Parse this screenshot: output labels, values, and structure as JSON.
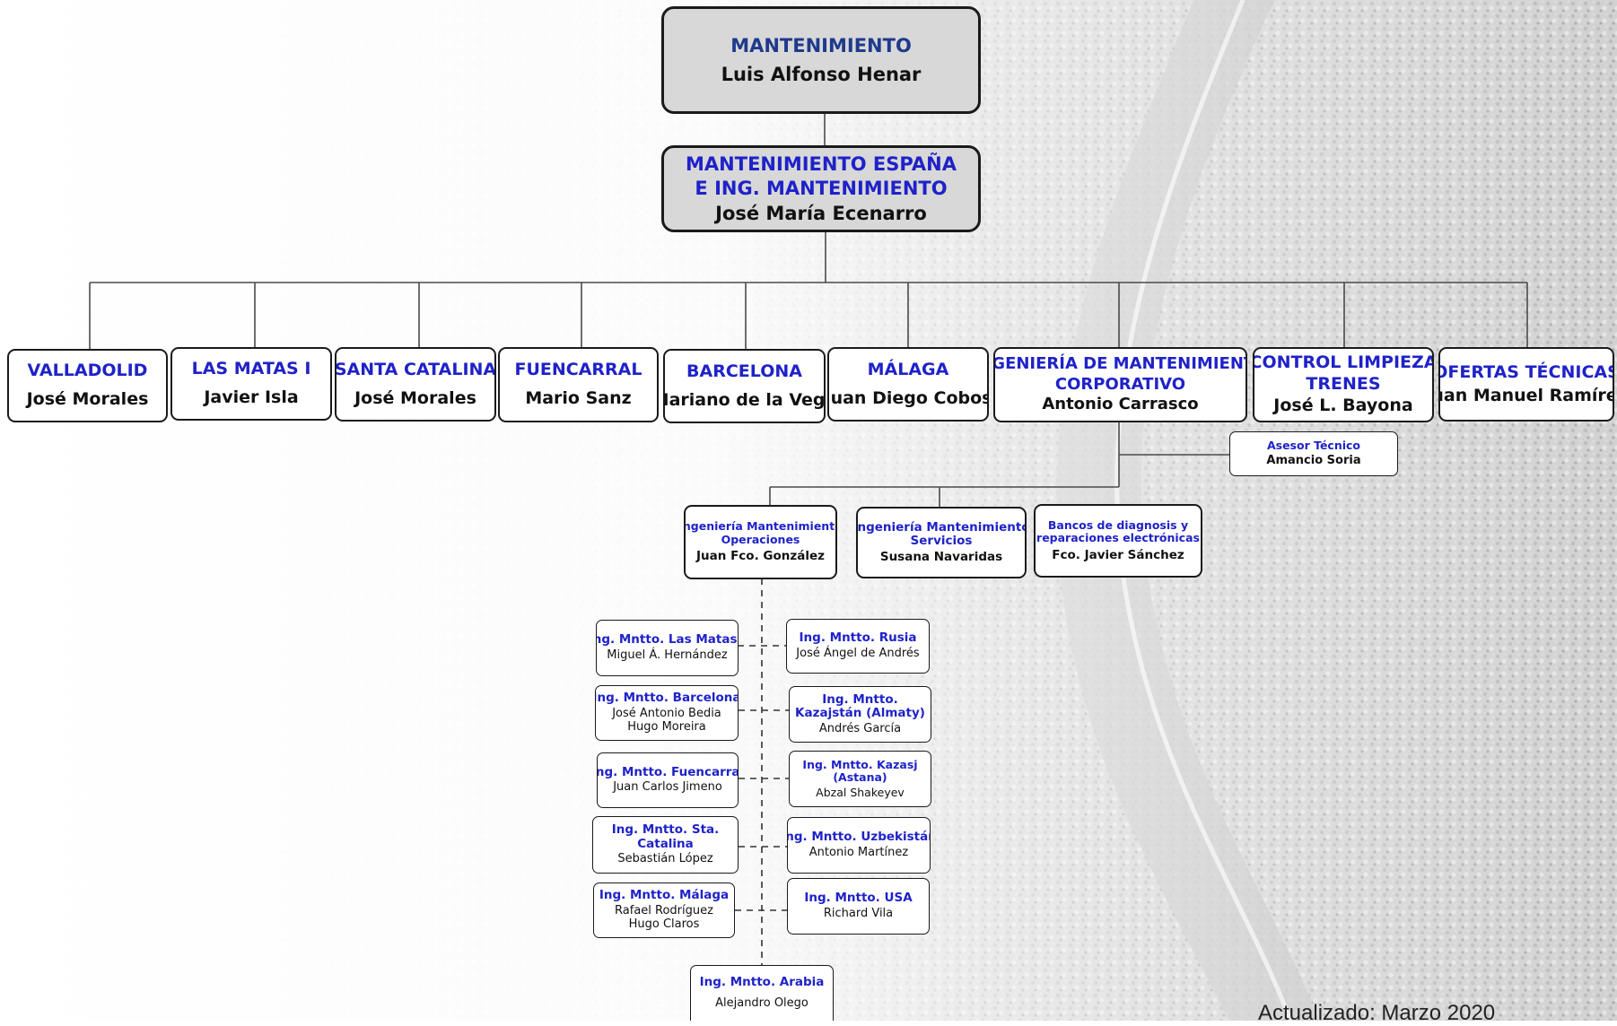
{
  "top": {
    "title": "MANTENIMIENTO",
    "name": "Luis Alfonso Henar"
  },
  "spain": {
    "title_1": "MANTENIMIENTO ESPAÑA",
    "title_2": "E ING. MANTENIMIENTO",
    "name": "José María Ecenarro"
  },
  "sites": [
    {
      "title": "VALLADOLID",
      "name": "José Morales"
    },
    {
      "title": "LAS MATAS I",
      "name": "Javier Isla"
    },
    {
      "title": "SANTA CATALINA",
      "name": "José Morales"
    },
    {
      "title": "FUENCARRAL",
      "name": "Mario Sanz"
    },
    {
      "title": "BARCELONA",
      "name": "Mariano de la Vega"
    },
    {
      "title": "MÁLAGA",
      "name": "Juan Diego Cobos"
    },
    {
      "title_1": "INGENIERÍA DE MANTENIMIENTO",
      "title_2": "CORPORATIVO",
      "name": "Antonio Carrasco"
    },
    {
      "title_1": "CONTROL LIMPIEZA",
      "title_2": "TRENES",
      "name": "José L. Bayona"
    },
    {
      "title": "OFERTAS TÉCNICAS",
      "name": "Juan Manuel Ramírez"
    }
  ],
  "advisor": {
    "title": "Asesor Técnico",
    "name": "Amancio Soria"
  },
  "eng_units": [
    {
      "title_1": "Ingeniería Mantenimiento",
      "title_2": "Operaciones",
      "name": "Juan Fco. González"
    },
    {
      "title_1": "Ingeniería Mantenimiento",
      "title_2": "Servicios",
      "name": "Susana Navaridas"
    },
    {
      "title_1": "Bancos de diagnosis y",
      "title_2": "reparaciones electrónicas",
      "name": "Fco. Javier Sánchez"
    }
  ],
  "left_units": [
    {
      "title": "Ing. Mntto. Las Matas I",
      "names": [
        "Miguel Á. Hernández"
      ]
    },
    {
      "title": "Ing. Mntto. Barcelona",
      "names": [
        "José Antonio Bedia",
        "Hugo Moreira"
      ]
    },
    {
      "title": "Ing. Mntto. Fuencarral",
      "names": [
        "Juan Carlos Jimeno"
      ]
    },
    {
      "title_1": "Ing. Mntto. Sta.",
      "title_2": "Catalina",
      "names": [
        "Sebastián López"
      ]
    },
    {
      "title": "Ing. Mntto. Málaga",
      "names": [
        "Rafael Rodríguez",
        "Hugo Claros"
      ]
    }
  ],
  "right_units": [
    {
      "title": "Ing. Mntto. Rusia",
      "names": [
        "José Ángel de Andrés"
      ]
    },
    {
      "title_1": "Ing. Mntto.",
      "title_2": "Kazajstán (Almaty)",
      "names": [
        "Andrés García"
      ]
    },
    {
      "title_1": "Ing. Mntto. Kazasj",
      "title_2": "(Astana)",
      "names": [
        "Abzal Shakeyev"
      ]
    },
    {
      "title": "Ing. Mntto. Uzbekistán",
      "names": [
        "Antonio Martínez"
      ]
    },
    {
      "title": "Ing. Mntto. USA",
      "names": [
        "Richard Vila"
      ]
    }
  ],
  "bottom_unit": {
    "title": "Ing. Mntto. Arabia",
    "name": "Alejandro Olego"
  },
  "footer": "Actualizado: Marzo 2020",
  "colors": {
    "title": "#1f22c8",
    "top_title": "#1f3a8c",
    "name": "#111111",
    "grey_box": "#d8d8d8"
  }
}
